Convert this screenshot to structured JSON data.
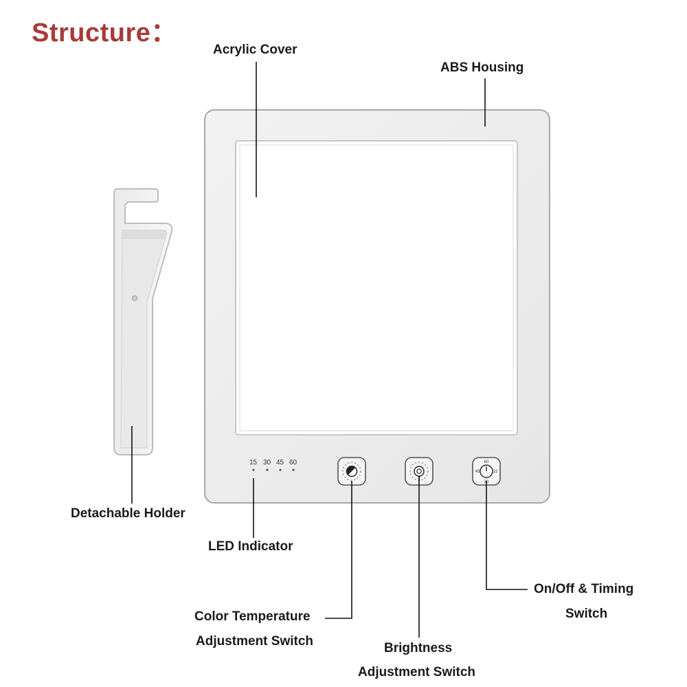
{
  "title": "Structure：",
  "labels": {
    "acrylic_cover": "Acrylic Cover",
    "abs_housing": "ABS Housing",
    "detachable_holder": "Detachable Holder",
    "led_indicator": "LED Indicator",
    "color_temp_line1": "Color Temperature",
    "color_temp_line2": "Adjustment Switch",
    "brightness_line1": "Brightness",
    "brightness_line2": "Adjustment Switch",
    "onoff_line1": "On/Off & Timing",
    "onoff_line2": "Switch"
  },
  "led_values": [
    "15",
    "30",
    "45",
    "60"
  ],
  "timer_dial": {
    "top": "60",
    "right": "15",
    "bottom": "30",
    "left": "45"
  },
  "colors": {
    "title": "#a83a3a",
    "text": "#1a1a1a",
    "housing": "#eeeeee",
    "panel": "#ffffff"
  }
}
